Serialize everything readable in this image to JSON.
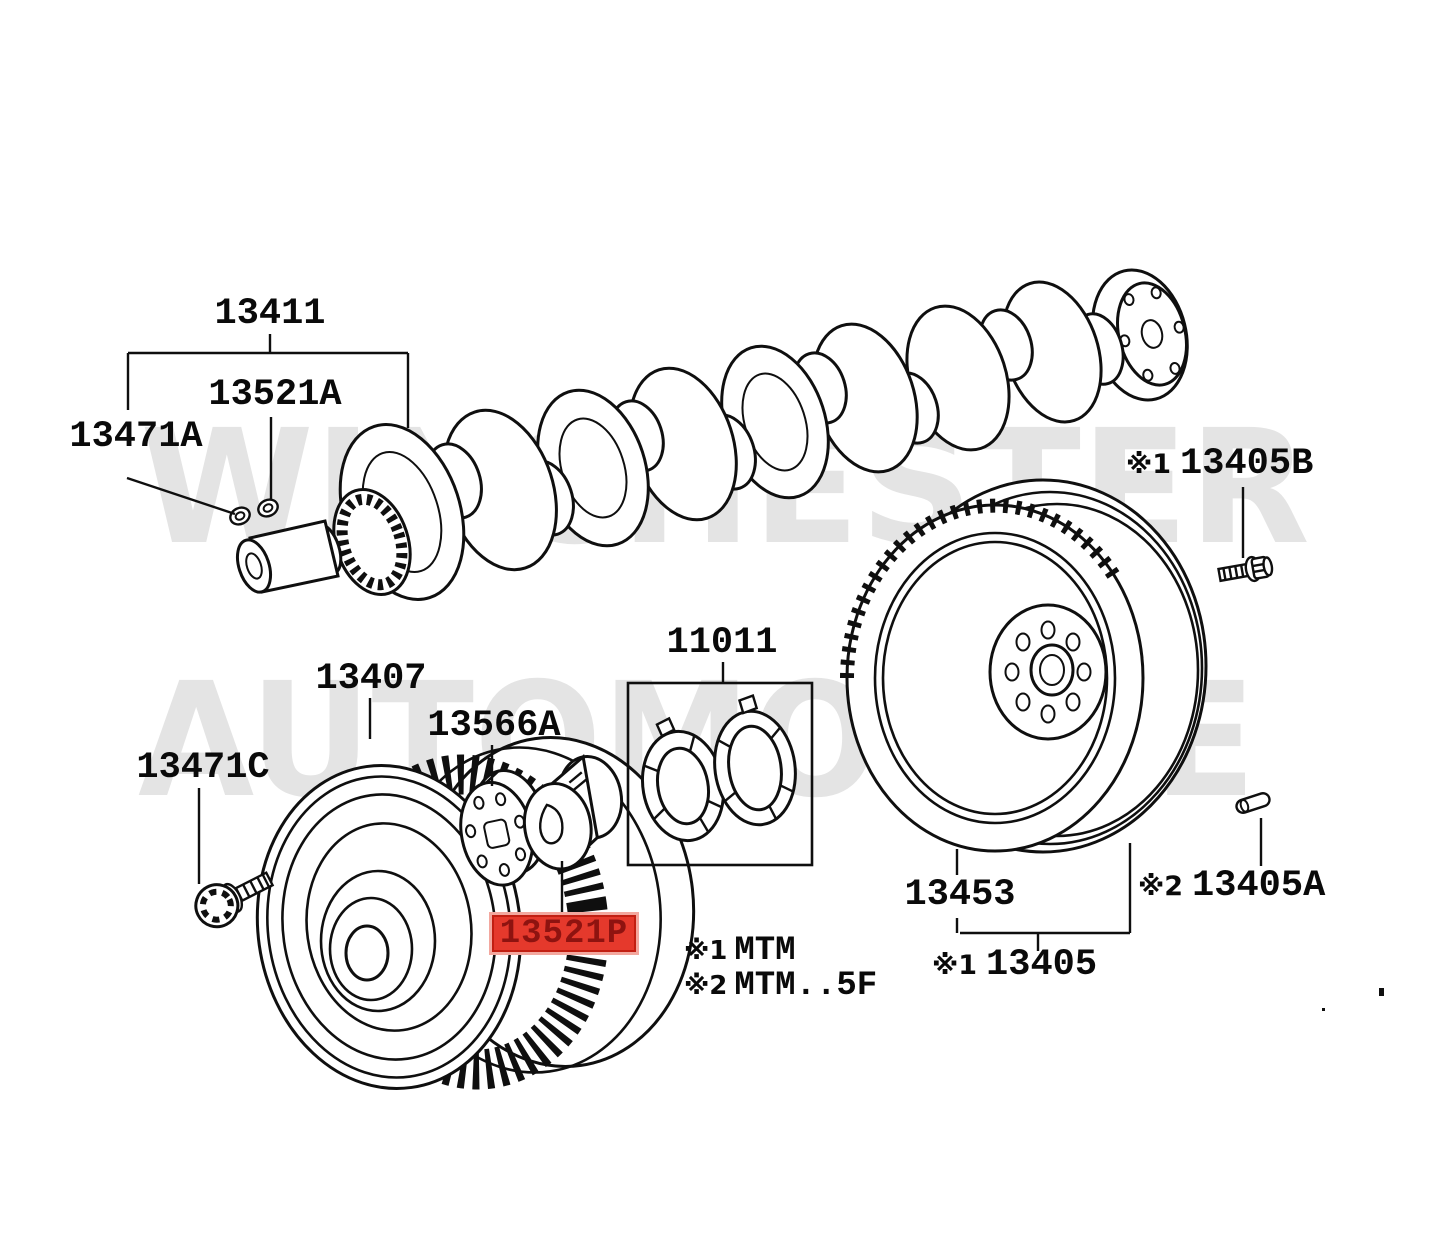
{
  "watermark": {
    "line1": "WINCHESTER",
    "line2": "AUTOMOTIVE",
    "color": "#e4e4e4"
  },
  "symbols": {
    "sym1": "※1",
    "sym2": "※2"
  },
  "parts": {
    "crankshaft": "13411",
    "crankshaft_key": "13521A",
    "thrust_washer_front": "13471A",
    "pulley": "13407",
    "pulley_plate": "13566A",
    "pulley_bolt": "13471C",
    "bearing_kit": "11011",
    "timing_gear_highlighted": "13521P",
    "flywheel": "13453",
    "flywheel_bolt": "13405",
    "flywheel_pin": "13405A",
    "flywheel_set_bolt": "13405B"
  },
  "notes": {
    "note1_text": "MTM",
    "note2_text": "MTM..5F"
  },
  "colors": {
    "highlight_bg": "#e5392c",
    "highlight_text": "#8e1310",
    "highlight_border": "#c21f12",
    "line": "#0f0f0f",
    "watermark": "#e4e4e4"
  }
}
